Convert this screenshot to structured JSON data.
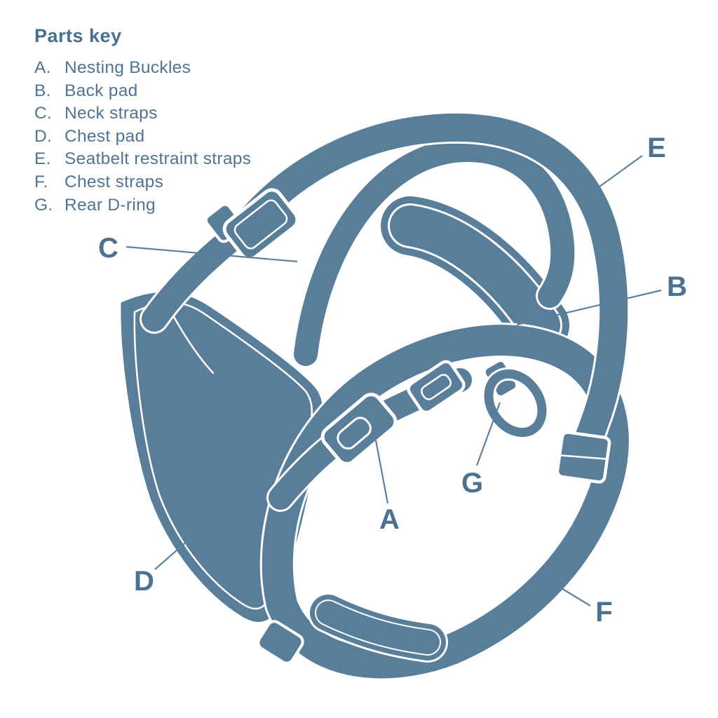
{
  "parts_key": {
    "title": "Parts key",
    "items": [
      {
        "letter": "A.",
        "name": "Nesting Buckles"
      },
      {
        "letter": "B.",
        "name": "Back pad"
      },
      {
        "letter": "C.",
        "name": "Neck straps"
      },
      {
        "letter": "D.",
        "name": "Chest pad"
      },
      {
        "letter": "E.",
        "name": "Seatbelt restraint straps"
      },
      {
        "letter": "F.",
        "name": "Chest straps"
      },
      {
        "letter": "G.",
        "name": "Rear D-ring"
      }
    ]
  },
  "diagram": {
    "labels": [
      {
        "letter": "A"
      },
      {
        "letter": "B"
      },
      {
        "letter": "C"
      },
      {
        "letter": "D"
      },
      {
        "letter": "E"
      },
      {
        "letter": "F"
      },
      {
        "letter": "G"
      }
    ],
    "colors": {
      "illustration": "#587E9A",
      "outline": "#FFFFFF",
      "label_text": "#4C7191",
      "leader_line": "#5C81A0",
      "key_text": "#4F7494",
      "key_title": "#47708F",
      "background": "#FFFFFF"
    }
  }
}
